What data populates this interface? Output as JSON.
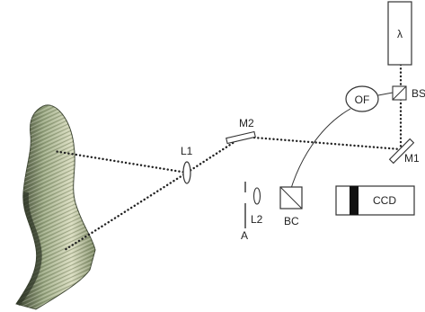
{
  "labels": {
    "laser": "λ",
    "beam_splitter": "BS",
    "optical_fiber": "OF",
    "mirror_1": "M1",
    "mirror_2": "M2",
    "lens_1": "L1",
    "lens_2": "L2",
    "aperture": "A",
    "beam_collector": "BC",
    "camera": "CCD"
  },
  "colors": {
    "beam": "#222222",
    "outline": "#333333",
    "camera_bar": "#111111",
    "specimen_light": "#d9dcc0",
    "specimen_mid": "#9aa884",
    "specimen_dark": "#4d5a3a"
  }
}
